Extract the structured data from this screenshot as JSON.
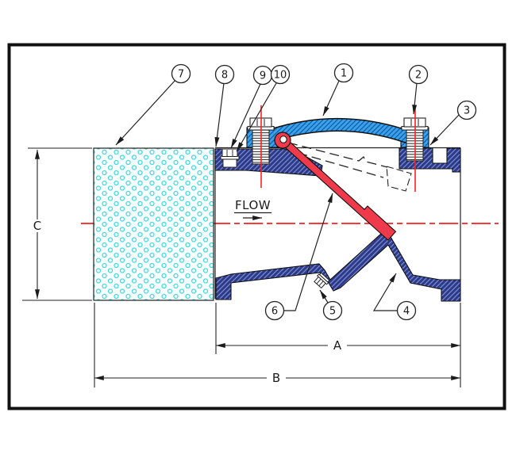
{
  "labels": {
    "flow": "FLOW",
    "dim_a": "A",
    "dim_b": "B",
    "dim_c": "C"
  },
  "callouts": [
    {
      "number": "1"
    },
    {
      "number": "2"
    },
    {
      "number": "3"
    },
    {
      "number": "4"
    },
    {
      "number": "5"
    },
    {
      "number": "6"
    },
    {
      "number": "7"
    },
    {
      "number": "8"
    },
    {
      "number": "9"
    },
    {
      "number": "10"
    }
  ],
  "colors": {
    "body": "#2c3a8a",
    "bodyHatch": "#7b89cc",
    "bonnet": "#3ba1e8",
    "bonnetHatch": "#0f5cab",
    "flapper": "#ee3a4a",
    "centerline": "#ff1f1f",
    "dots": "#3fdce2",
    "ink": "#1b1b1b"
  }
}
